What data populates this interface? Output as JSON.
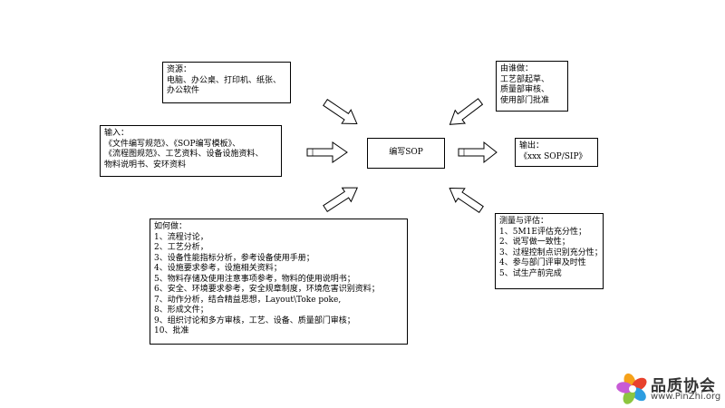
{
  "center": "编写SOP",
  "resources": {
    "title": "资源：",
    "lines": [
      "电脑、办公桌、打印机、纸张、",
      "办公软件"
    ]
  },
  "who": {
    "title": "由谁做：",
    "lines": [
      "工艺部起草、",
      "质量部审核、",
      "使用部门批准"
    ]
  },
  "input": {
    "title": "输入：",
    "lines": [
      "《文件编写规范》、《SOP编写模板》、",
      "《流程图规范》、工艺资料、设备设施资料、",
      "物料说明书、安环资料"
    ]
  },
  "output": {
    "title": "输出：",
    "lines": [
      "《xxx SOP/SIP》"
    ]
  },
  "how": {
    "title": "如何做：",
    "lines": [
      "1、流程讨论，",
      "2、工艺分析，",
      "3、设备性能指标分析，参考设备使用手册；",
      "4、设施要求参考，设施相关资料；",
      "5、物料存储及使用注意事项参考，物料的使用说明书；",
      "6、安全、环境要求参考，安全规章制度，环境危害识别资料；",
      "7、动作分析，结合精益思想，Layout\\Toke poke,",
      "8、形成文件；",
      "9、组织讨论和多方审核，工艺、设备、质量部门审核；",
      "10、批准"
    ]
  },
  "measure": {
    "title": "测量与评估：",
    "lines": [
      "1、5M1E评估充分性；",
      "2、说写做一致性；",
      "3、过程控制点识别充分性；",
      "4、参与部门评审及时性",
      "5、试生产前完成"
    ]
  },
  "logo": {
    "title": "品质协会",
    "url": "www.PinZhi.org"
  }
}
